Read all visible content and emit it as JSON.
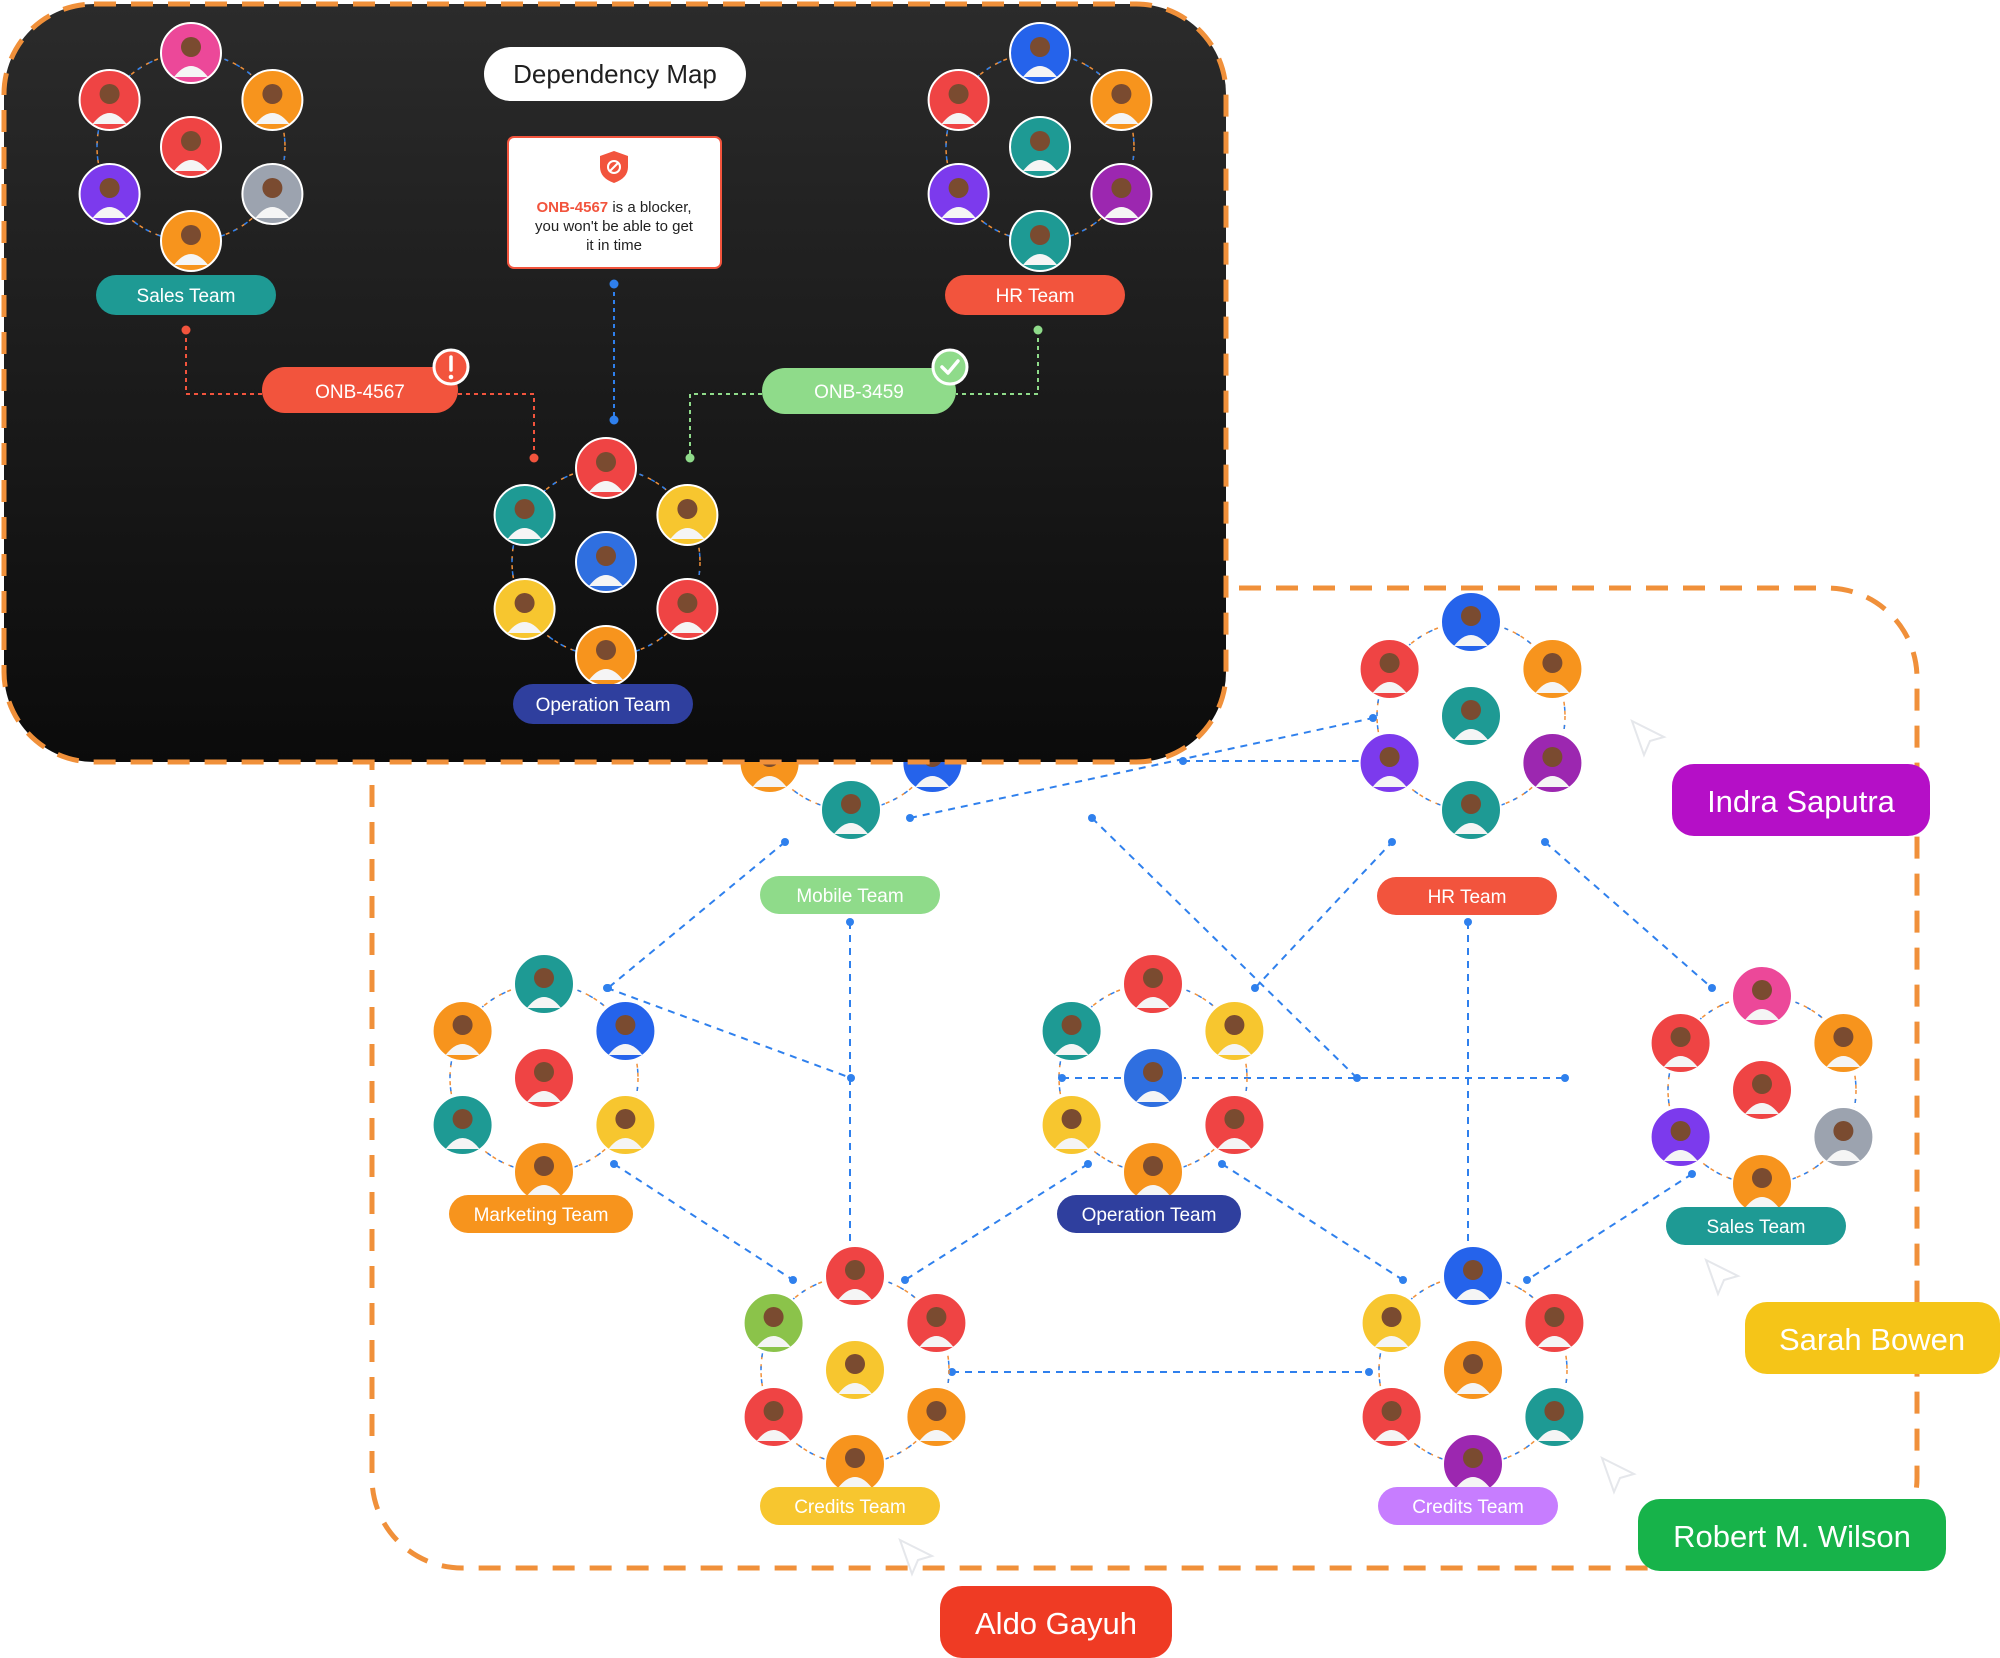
{
  "dependency_map": {
    "title": "Dependency Map",
    "blocker_alert": {
      "ticket": "ONB-4567",
      "line1_rest": " is a blocker,",
      "line2": "you won't be able to get",
      "line3": "it in time",
      "icon": "shield-block-icon",
      "ticket_color": "#f2543d"
    },
    "teams": [
      {
        "id": "dm-sales",
        "label": "Sales Team",
        "color": "#1e9a94",
        "palette": [
          "#ec4899",
          "#f7941d",
          "#9ca3af",
          "#f7941d",
          "#7c3aed",
          "#ef4444"
        ],
        "center": "#ef4444"
      },
      {
        "id": "dm-hr",
        "label": "HR Team",
        "color": "#f2543d",
        "palette": [
          "#2563eb",
          "#f7941d",
          "#9c27b0",
          "#1e9a94",
          "#7c3aed",
          "#ef4444"
        ],
        "center": "#1e9a94"
      },
      {
        "id": "dm-operation",
        "label": "Operation Team",
        "color": "#2f3f9e",
        "palette": [
          "#ef4444",
          "#f7c62f",
          "#ef4444",
          "#f7941d",
          "#f7c62f",
          "#1e9a94"
        ],
        "center": "#2f6fe0"
      }
    ],
    "tickets": [
      {
        "id": "onb-4567",
        "label": "ONB-4567",
        "color": "#f2543d",
        "status": "blocker",
        "badge_icon": "exclamation-icon"
      },
      {
        "id": "onb-3459",
        "label": "ONB-3459",
        "color": "#8fdb8a",
        "status": "done",
        "badge_icon": "check-icon"
      }
    ]
  },
  "network": {
    "teams": [
      {
        "id": "n-mobile",
        "label": "Mobile Team",
        "color": "#8fdb8a",
        "palette": [
          "#f7941d",
          "#9c27b0",
          "#2563eb",
          "#1e9a94",
          "#f7941d",
          "#ef4444"
        ],
        "center": "#f7941d"
      },
      {
        "id": "n-hr",
        "label": "HR Team",
        "color": "#f2543d",
        "palette": [
          "#2563eb",
          "#f7941d",
          "#9c27b0",
          "#1e9a94",
          "#7c3aed",
          "#ef4444"
        ],
        "center": "#1e9a94"
      },
      {
        "id": "n-marketing",
        "label": "Marketing Team",
        "color": "#f7941d",
        "palette": [
          "#1e9a94",
          "#2563eb",
          "#f7c62f",
          "#f7941d",
          "#1e9a94",
          "#f7941d"
        ],
        "center": "#ef4444"
      },
      {
        "id": "n-operation",
        "label": "Operation Team",
        "color": "#2f3f9e",
        "palette": [
          "#ef4444",
          "#f7c62f",
          "#ef4444",
          "#f7941d",
          "#f7c62f",
          "#1e9a94"
        ],
        "center": "#2f6fe0"
      },
      {
        "id": "n-sales",
        "label": "Sales Team",
        "color": "#1e9a94",
        "palette": [
          "#ec4899",
          "#f7941d",
          "#9ca3af",
          "#f7941d",
          "#7c3aed",
          "#ef4444"
        ],
        "center": "#ef4444"
      },
      {
        "id": "n-credits-1",
        "label": "Credits Team",
        "color": "#f7c62f",
        "palette": [
          "#ef4444",
          "#ef4444",
          "#f7941d",
          "#f7941d",
          "#ef4444",
          "#8bc34a"
        ],
        "center": "#f7c62f"
      },
      {
        "id": "n-credits-2",
        "label": "Credits Team",
        "color": "#c77dff",
        "palette": [
          "#2563eb",
          "#ef4444",
          "#1e9a94",
          "#9c27b0",
          "#ef4444",
          "#f7c62f"
        ],
        "center": "#f7941d"
      }
    ]
  },
  "cursors": [
    {
      "name": "Indra Saputra",
      "color": "#b50fc7"
    },
    {
      "name": "Sarah Bowen",
      "color": "#f5c518"
    },
    {
      "name": "Robert M. Wilson",
      "color": "#17b34a"
    },
    {
      "name": "Aldo Gayuh",
      "color": "#ef3b24"
    }
  ],
  "colors": {
    "link": "#2f80ed",
    "frame": "#f0903a",
    "panel_top": "#2b2b2b",
    "panel_bottom": "#0b0b0b"
  }
}
